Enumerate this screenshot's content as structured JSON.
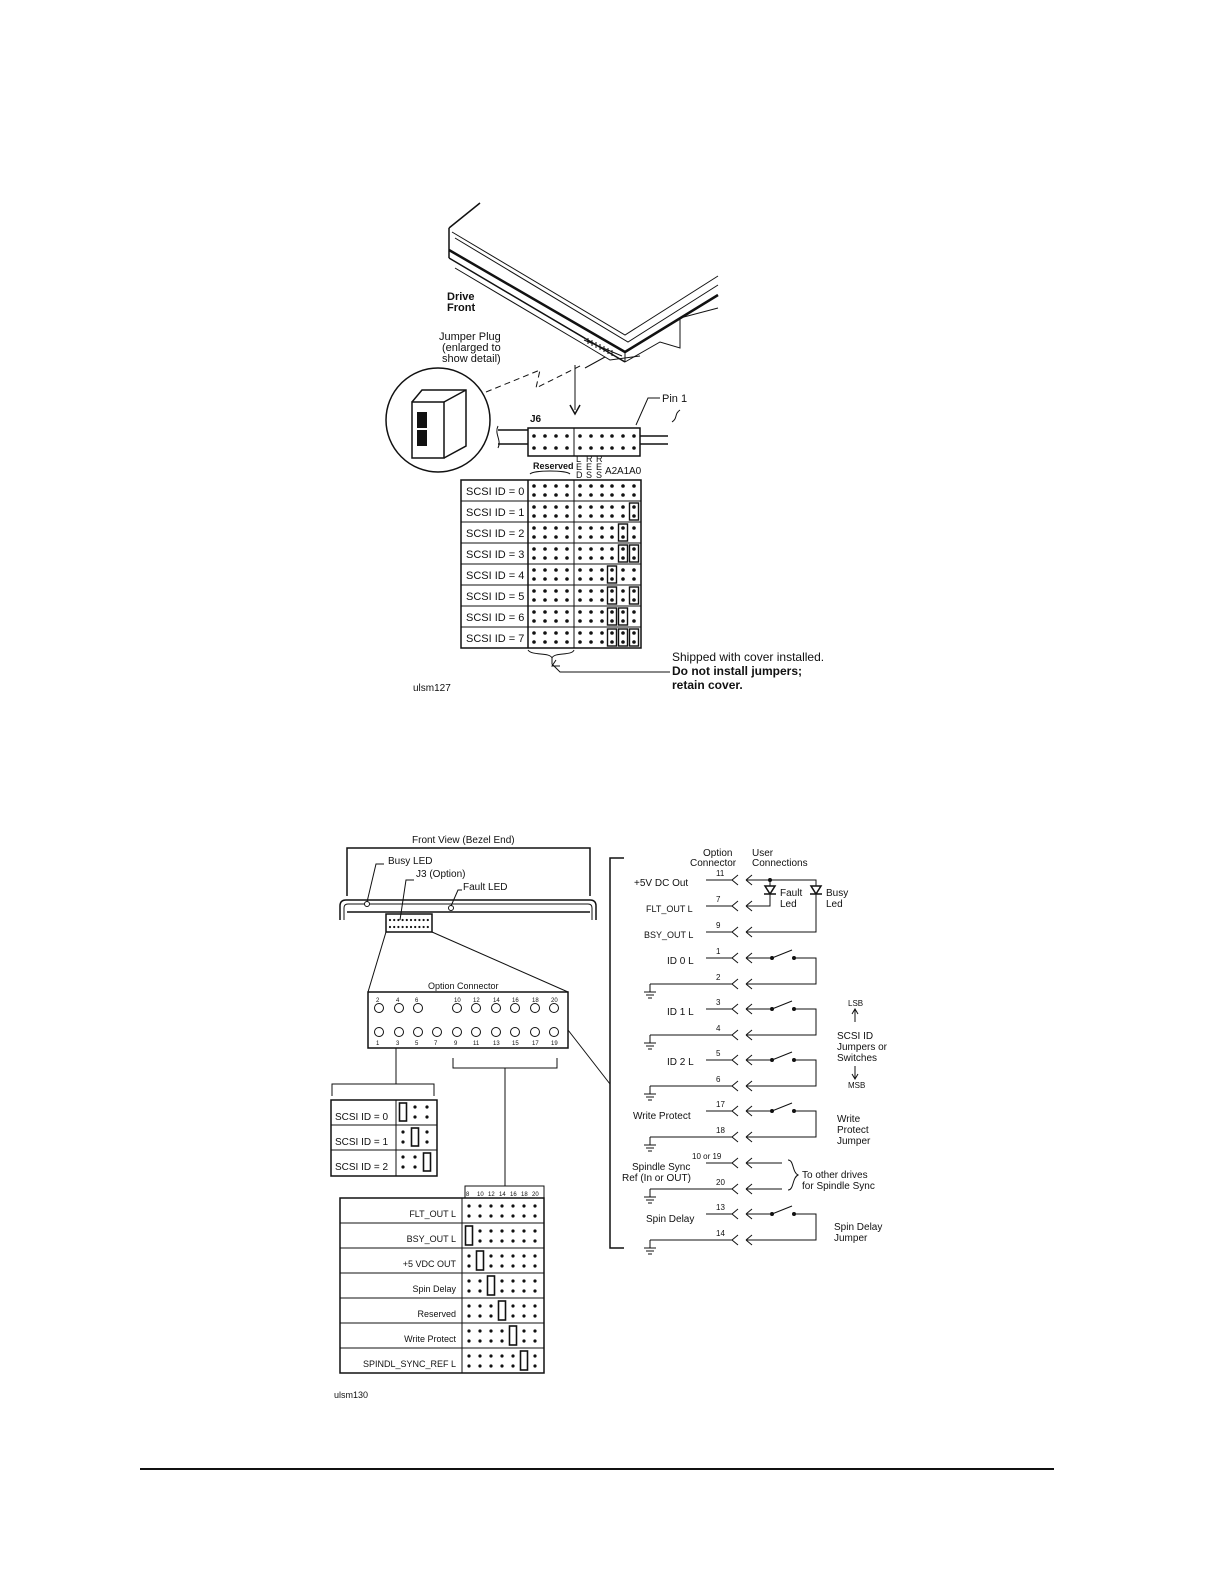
{
  "figure1": {
    "drive_front": [
      "Drive",
      "Front"
    ],
    "jumper_plug": [
      "Jumper Plug",
      "(enlarged to",
      "show detail)"
    ],
    "pin1": "Pin 1",
    "j6": "J6",
    "reserved": "Reserved",
    "col_led": [
      "L",
      "E",
      "D"
    ],
    "col_res1": [
      "R",
      "E",
      "S"
    ],
    "col_res2": [
      "R",
      "E",
      "S"
    ],
    "col_a2": "A2",
    "col_a1": "A1",
    "col_a0": "A0",
    "rows": [
      "SCSI ID = 0",
      "SCSI ID = 1",
      "SCSI ID = 2",
      "SCSI ID = 3",
      "SCSI ID = 4",
      "SCSI ID = 5",
      "SCSI ID = 6",
      "SCSI ID = 7"
    ],
    "note": [
      "Shipped with cover installed.",
      "Do not install jumpers;",
      "retain cover."
    ],
    "fig_id": "ulsm127"
  },
  "figure2": {
    "front_view": "Front View (Bezel End)",
    "busy_led": "Busy LED",
    "j3": "J3 (Option)",
    "fault_led": "Fault LED",
    "option_connector": "Option Connector",
    "top_pins": [
      "2",
      "4",
      "6",
      "10",
      "12",
      "14",
      "16",
      "18",
      "20"
    ],
    "bottom_pins": [
      "1",
      "3",
      "5",
      "7",
      "9",
      "11",
      "13",
      "15",
      "17",
      "19"
    ],
    "scsi_rows": [
      "SCSI ID = 0",
      "SCSI ID = 1",
      "SCSI ID = 2"
    ],
    "opt_header": [
      "8",
      "10",
      "12",
      "14",
      "16",
      "18",
      "20"
    ],
    "opt_rows": [
      "FLT_OUT L",
      "BSY_OUT L",
      "+5 VDC OUT",
      "Spin Delay",
      "Reserved",
      "Write Protect",
      "SPINDL_SYNC_REF L"
    ],
    "fig_id": "ulsm130",
    "schematic": {
      "option_connector": [
        "Option",
        "Connector"
      ],
      "user_connections": [
        "User",
        "Connections"
      ],
      "plus5v": "+5V DC Out",
      "flt_out": "FLT_OUT L",
      "bsy_out": "BSY_OUT L",
      "fault_led": [
        "Fault",
        "Led"
      ],
      "busy_led": [
        "Busy",
        "Led"
      ],
      "id0": "ID 0 L",
      "id1": "ID 1 L",
      "id2": "ID 2 L",
      "write_protect": "Write Protect",
      "spindle_sync": [
        "Spindle Sync",
        "Ref (In or OUT)"
      ],
      "spin_delay": "Spin Delay",
      "pins": [
        "11",
        "7",
        "9",
        "1",
        "2",
        "3",
        "4",
        "5",
        "6",
        "17",
        "18",
        "10 or 19",
        "20",
        "13",
        "14"
      ],
      "lsb": "LSB",
      "msb": "MSB",
      "scsi_id_jumpers": [
        "SCSI ID",
        "Jumpers or",
        "Switches"
      ],
      "write_protect_jumper": [
        "Write",
        "Protect",
        "Jumper"
      ],
      "to_other_drives": [
        "To other drives",
        "for Spindle Sync"
      ],
      "spin_delay_jumper": [
        "Spin Delay",
        "Jumper"
      ]
    }
  }
}
